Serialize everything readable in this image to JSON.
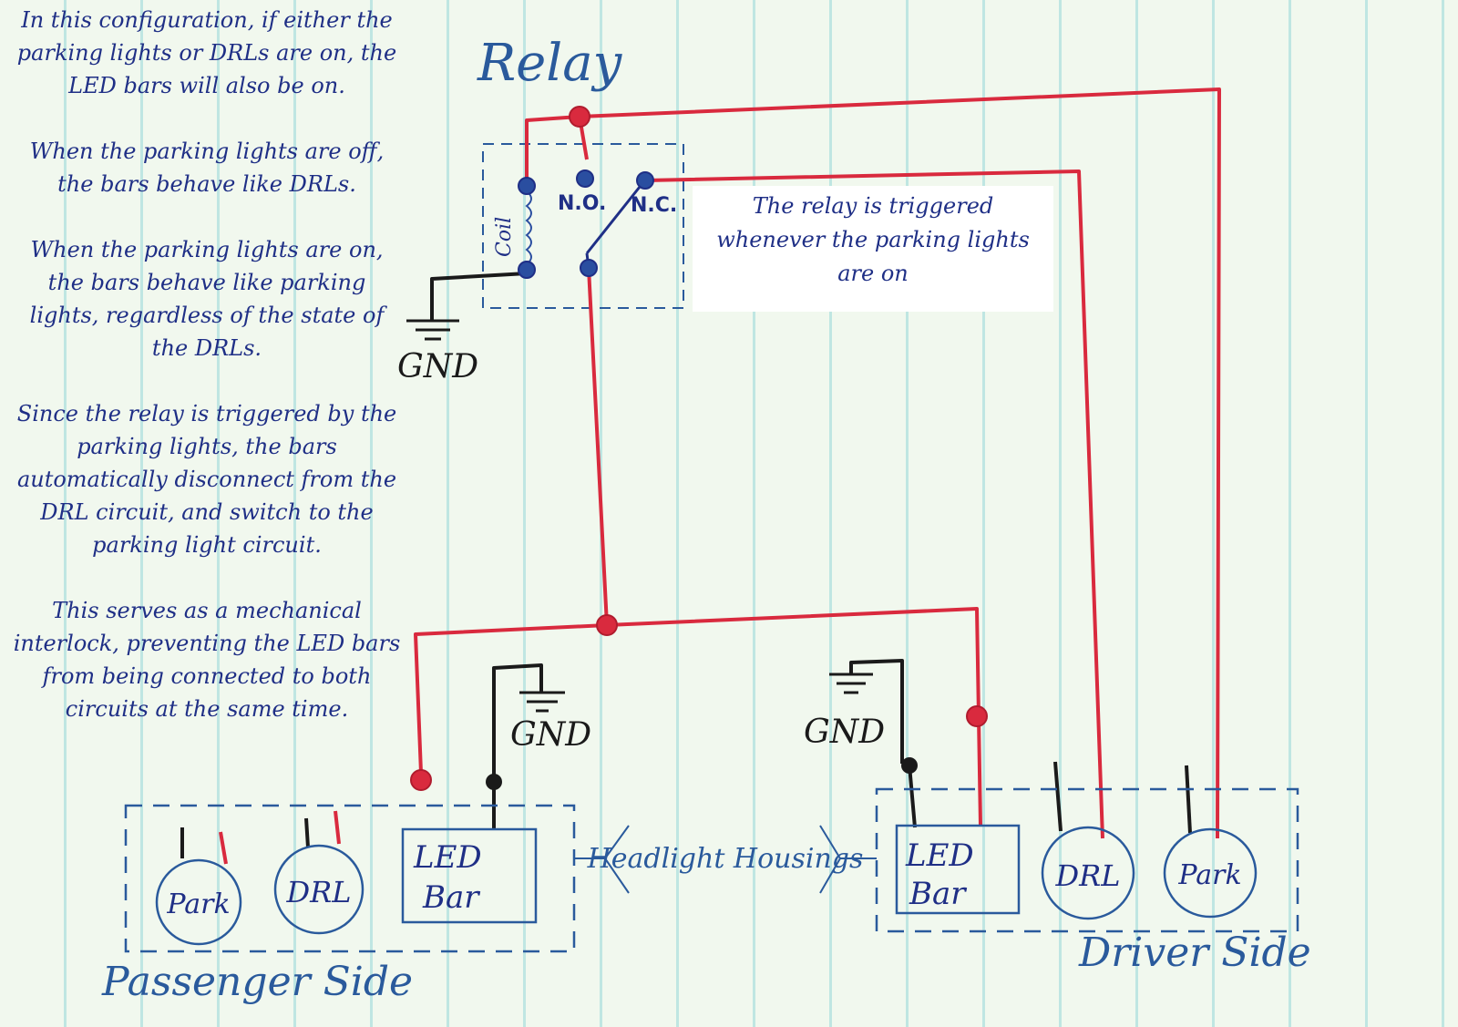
{
  "notes": [
    "In this configuration, if either the parking lights or DRLs are on, the LED bars will also be on.",
    "When the parking lights are off, the bars behave like DRLs.",
    "When the parking lights are on, the bars behave like parking lights, regardless of the state of the DRLs.",
    "Since the relay is triggered by the parking lights, the bars automatically disconnect from the DRL circuit, and switch to the parking light circuit.",
    "This serves as a mechanical interlock, preventing the LED bars from being connected to both circuits at the same time."
  ],
  "callout": {
    "lines": [
      "The relay is triggered",
      "whenever the parking lights",
      "are on"
    ]
  },
  "relay": {
    "title": "Relay",
    "coil_label": "Coil",
    "no_label": "N.O.",
    "nc_label": "N.C."
  },
  "ground_label": "GND",
  "housings_label": "Headlight Housings",
  "passenger": {
    "side_label": "Passenger Side",
    "park_label": "Park",
    "drl_label": "DRL",
    "led_label_1": "LED",
    "led_label_2": "Bar"
  },
  "driver": {
    "side_label": "Driver Side",
    "park_label": "Park",
    "drl_label": "DRL",
    "led_label_1": "LED",
    "led_label_2": "Bar"
  },
  "colors": {
    "ink_blue": "#1f2f86",
    "wire_red": "#d92a3e",
    "wire_black": "#1a1a1a",
    "outline_blue": "#2a5a9c",
    "terminal_blue": "#2a4ea0",
    "paper": "#f1f8ee",
    "rule": "#bfe6e2"
  }
}
